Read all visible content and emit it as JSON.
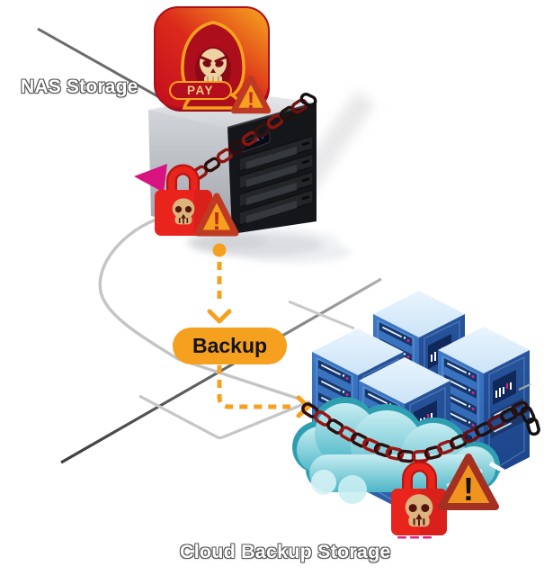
{
  "labels": {
    "nas": "NAS Storage",
    "cloud": "Cloud Backup Storage",
    "backup": "Backup",
    "pay": "PAY",
    "warning_mark": "!"
  },
  "icons": {
    "ransomware": "hooded-skull-app-icon",
    "warning": "triangle-exclamation",
    "padlock": "lock-with-skull",
    "chain": "chain-links",
    "cloud": "cloud",
    "nas_device": "nas-tower",
    "servers": "server-cluster-4",
    "flow_arrow": "dashed-orange-arrow"
  },
  "colors": {
    "accent_orange": "#F5A01F",
    "ransom_red": "#C30D1F",
    "ransom_orange": "#F7A81E",
    "warning_fill": "#F5A01F",
    "warning_border": "#BF3A22",
    "warning_mark_red": "#C4271E",
    "warning_mark_black": "#121212",
    "lock_red": "#E8241D",
    "chain_dark_red": "#7B100F",
    "chain_black": "#151011",
    "magenta": "#D8127F",
    "server_blue": "#2B5CA7",
    "server_top_blue": "#CBE4F8",
    "cloud_teal": "#4CB6C6",
    "line_gray": "#6B6B6B",
    "curve_gray": "#C4C4C4",
    "skull_tan": "#DCB47E"
  }
}
